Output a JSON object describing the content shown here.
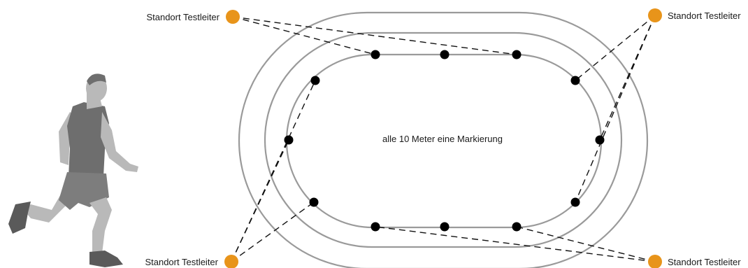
{
  "diagram": {
    "center_text": "alle 10 Meter eine Markierung",
    "station_label_top_left": "Standort Testleiter",
    "station_label_top_right": "Standort Testleiter",
    "station_label_bottom_left": "Standort Testleiter",
    "station_label_bottom_right": "Standort Testleiter",
    "marker_interval_m": 10
  },
  "colors": {
    "station": "#E8941A",
    "track": "#9A9A9A",
    "marker": "#000000",
    "runner_skin": "#B9B9B9",
    "runner_shirt": "#6E6E6E",
    "runner_shorts": "#7D7D7D",
    "runner_shoes": "#5A5A5A"
  },
  "icons": {
    "runner": "runner-figure-icon",
    "station": "station-circle-icon"
  }
}
